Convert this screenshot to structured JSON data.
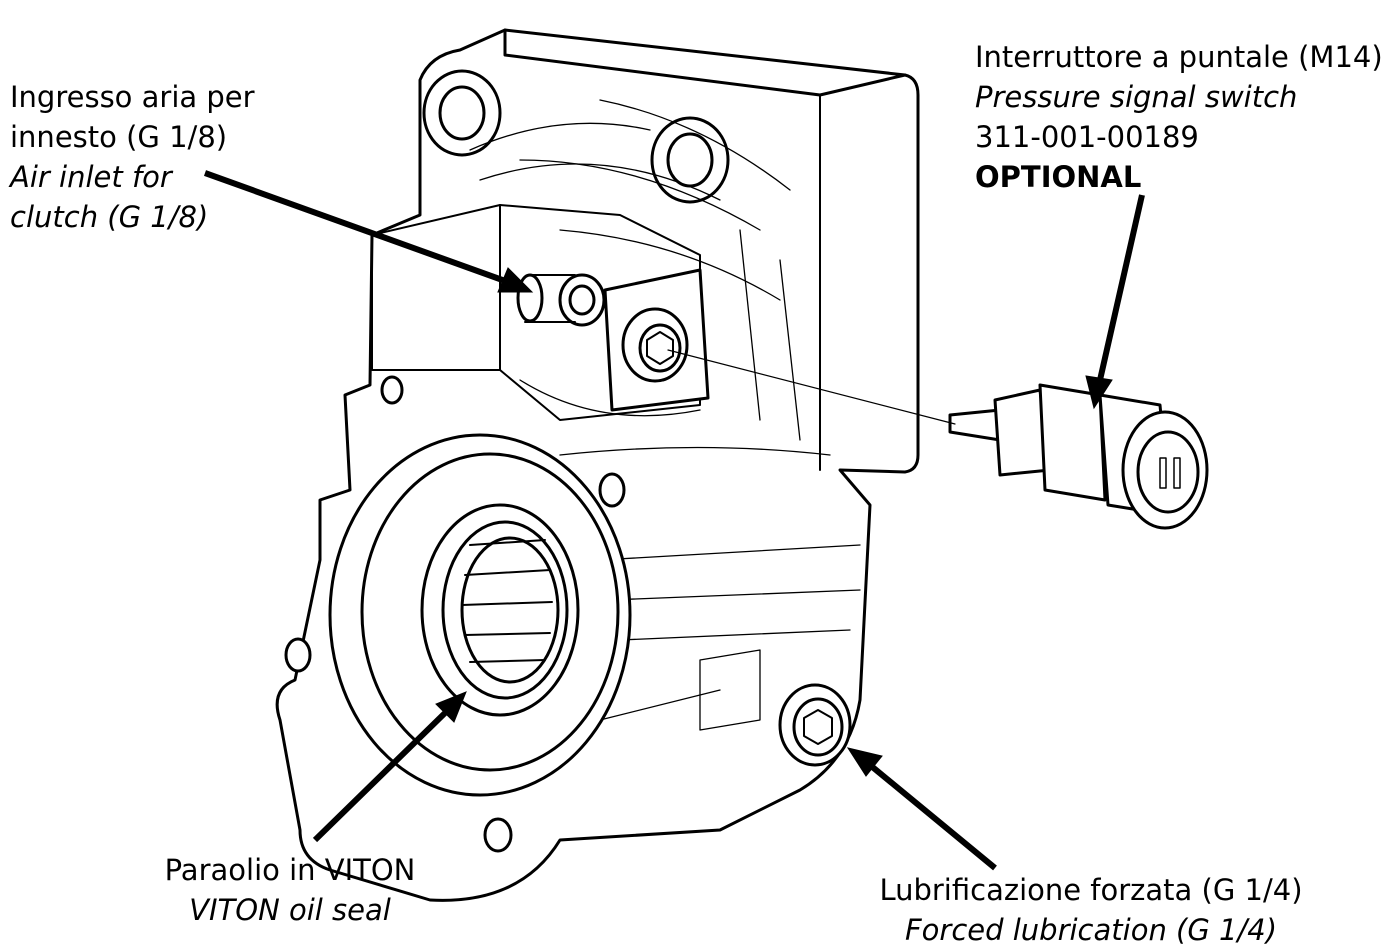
{
  "callouts": {
    "air_inlet": {
      "line1": "Ingresso aria per",
      "line2": "innesto (G 1/8)",
      "line3": "Air inlet for",
      "line4": "clutch (G 1/8)"
    },
    "pressure_switch": {
      "line1": "Interruttore a puntale (M14)",
      "line2": "Pressure signal switch",
      "line3": "311-001-00189",
      "line4": "OPTIONAL"
    },
    "oil_seal": {
      "line1": "Paraolio in VITON",
      "line2": "VITON oil seal"
    },
    "lubrication": {
      "line1": "Lubrificazione forzata (G 1/4)",
      "line2": "Forced lubrication (G 1/4)"
    }
  },
  "colors": {
    "line": "#000000",
    "fill": "#ffffff",
    "hatch": "#666666"
  }
}
